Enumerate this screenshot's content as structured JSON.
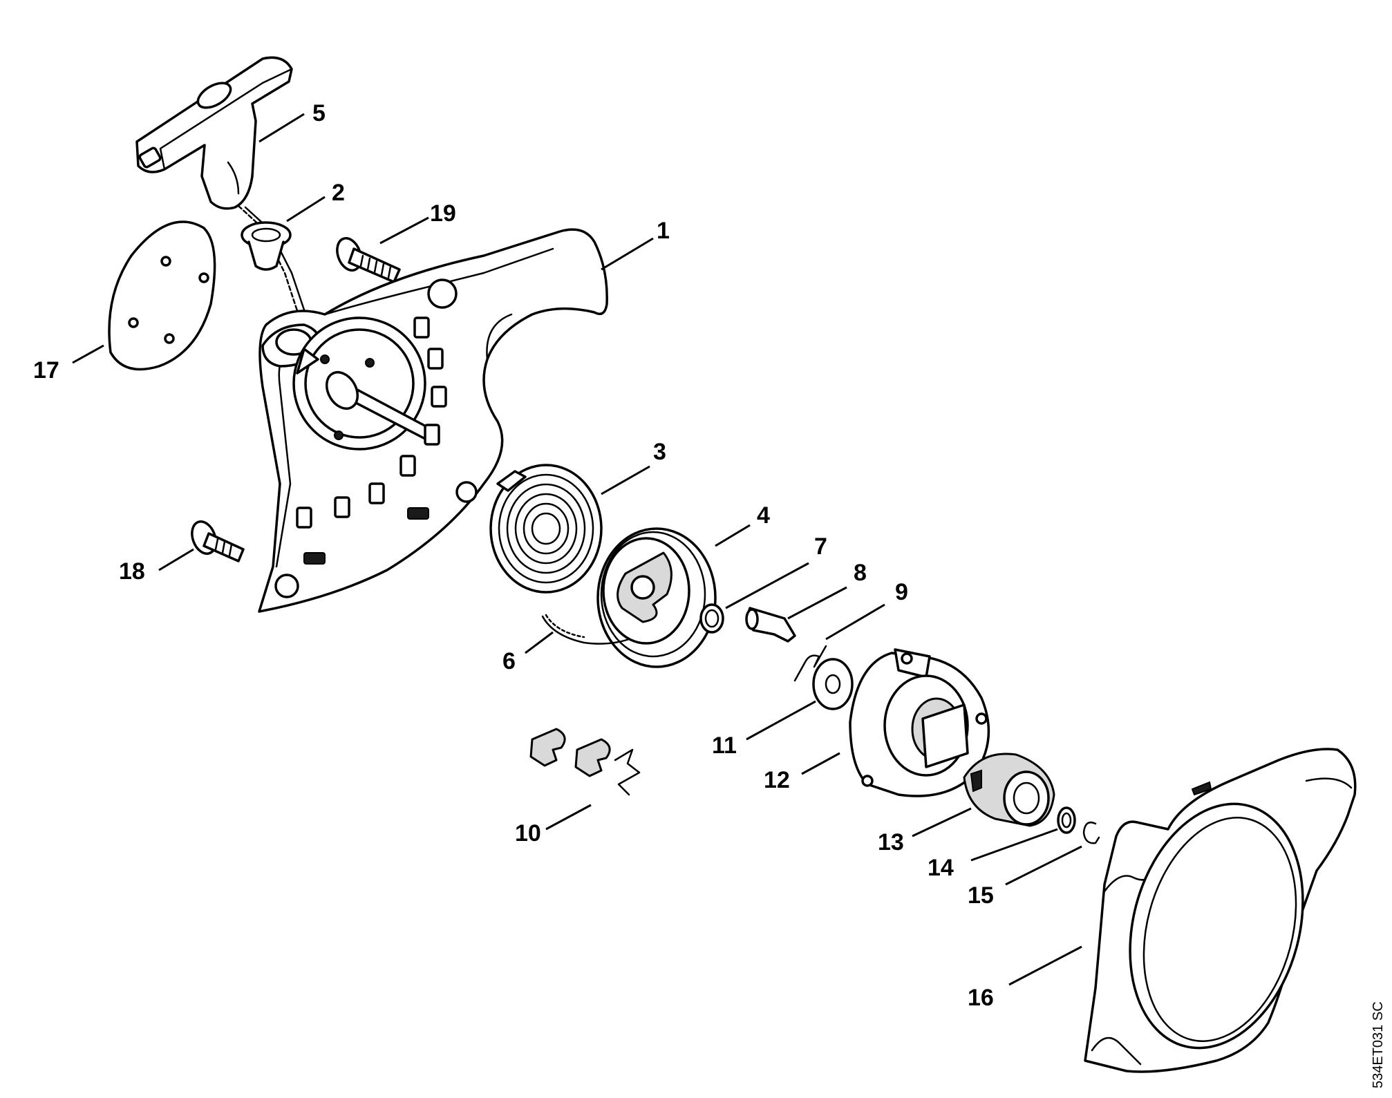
{
  "callouts": [
    {
      "label": "1"
    },
    {
      "label": "2"
    },
    {
      "label": "3"
    },
    {
      "label": "4"
    },
    {
      "label": "5"
    },
    {
      "label": "6"
    },
    {
      "label": "7"
    },
    {
      "label": "8"
    },
    {
      "label": "9"
    },
    {
      "label": "10"
    },
    {
      "label": "11"
    },
    {
      "label": "12"
    },
    {
      "label": "13"
    },
    {
      "label": "14"
    },
    {
      "label": "15"
    },
    {
      "label": "16"
    },
    {
      "label": "17"
    },
    {
      "label": "18"
    },
    {
      "label": "19"
    }
  ],
  "drawing_code": "534ET031 SC"
}
